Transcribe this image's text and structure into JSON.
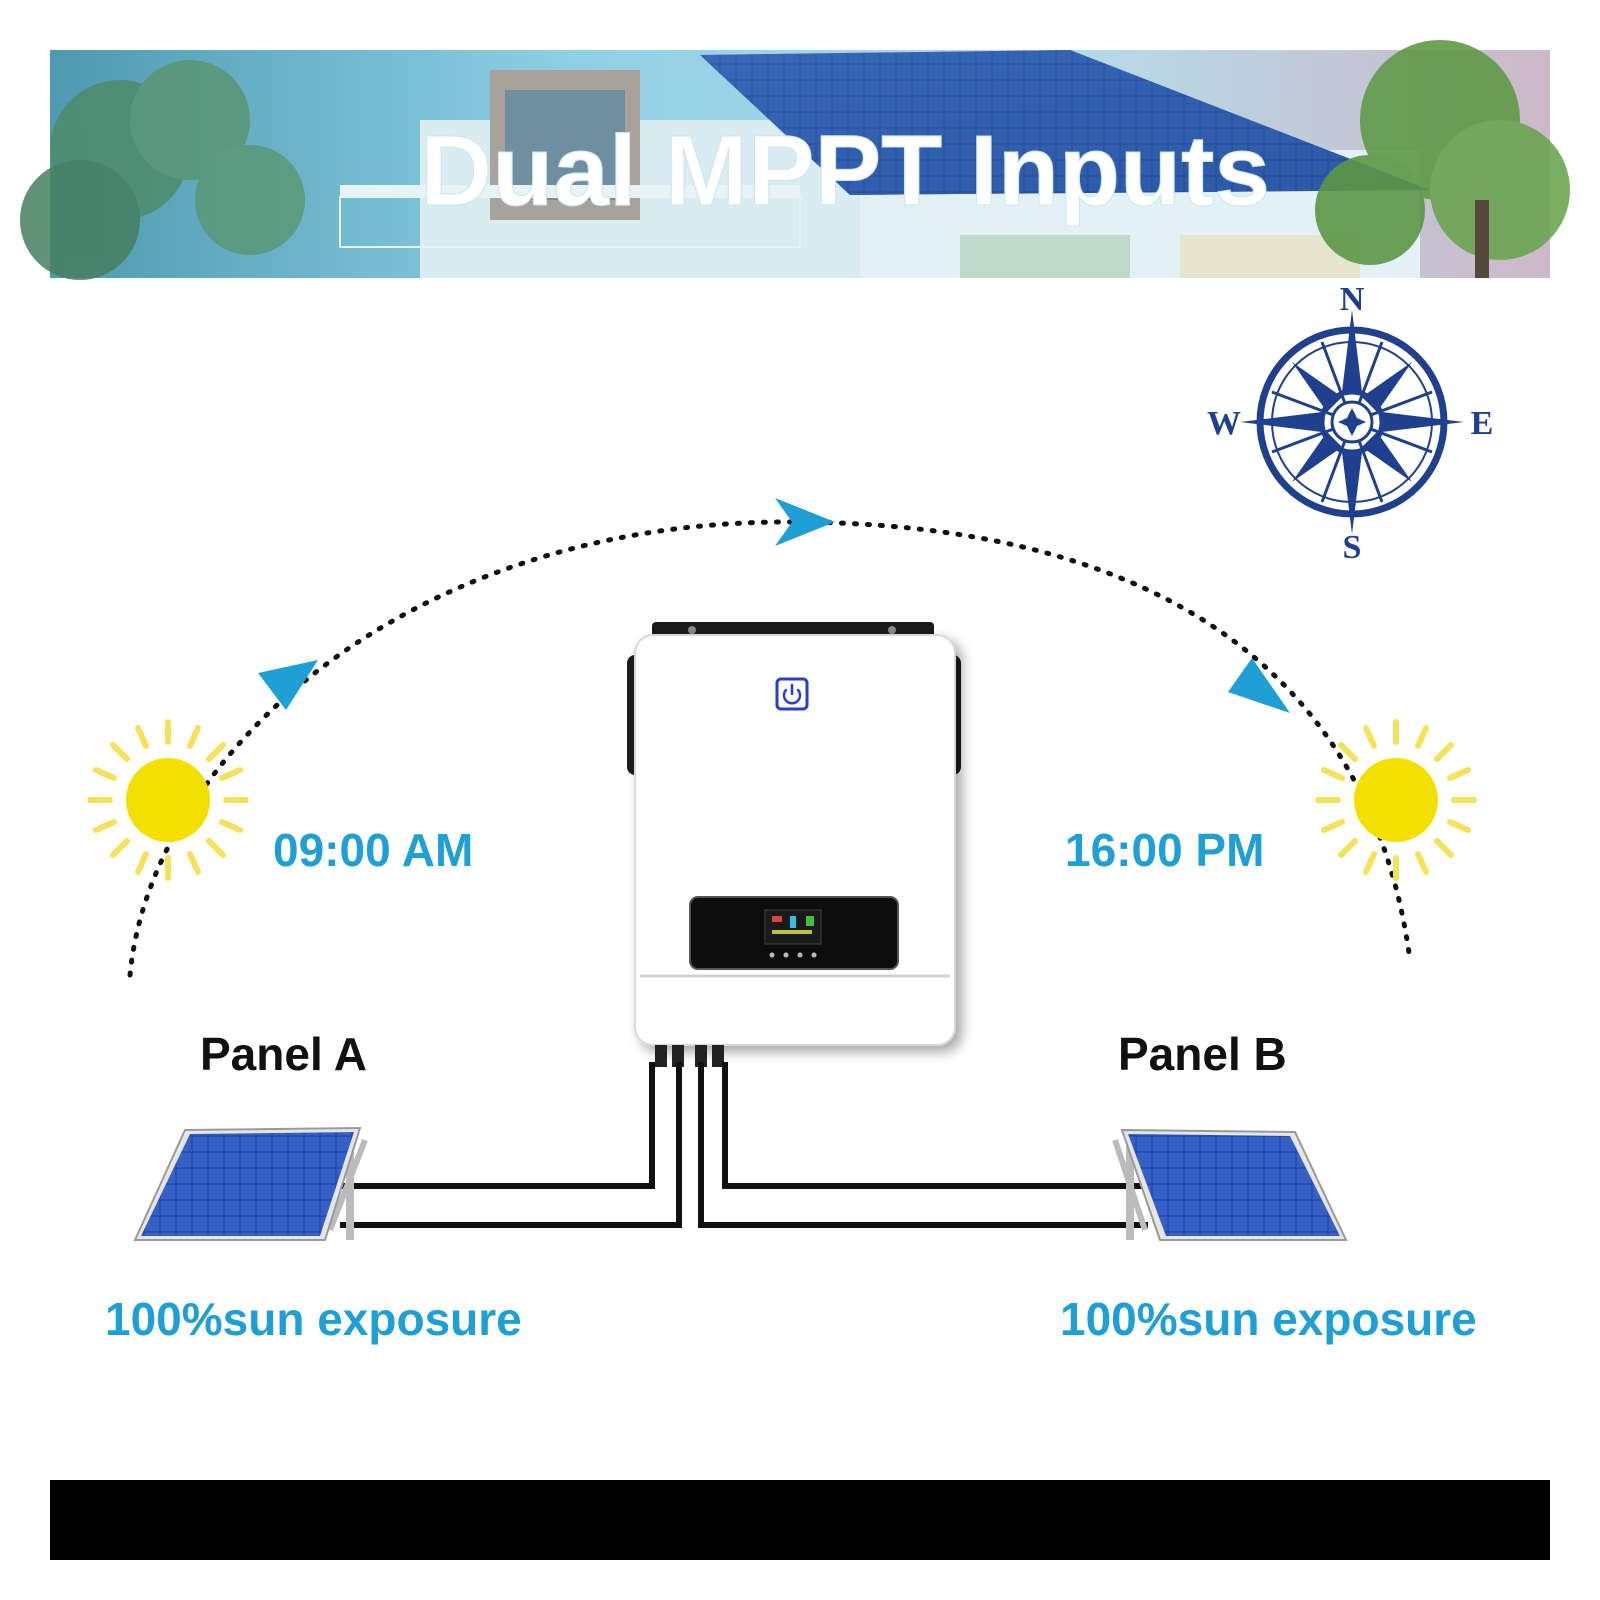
{
  "banner": {
    "title": "Dual MPPT Inputs"
  },
  "compass": {
    "north": "N",
    "south": "S",
    "east": "E",
    "west": "W"
  },
  "times": {
    "left": "09:00 AM",
    "right": "16:00 PM"
  },
  "panels": {
    "a": {
      "label": "Panel A",
      "exposure": "100%sun exposure"
    },
    "b": {
      "label": "Panel B",
      "exposure": "100%sun exposure"
    }
  },
  "colors": {
    "accent": "#1e9fd6",
    "sun": "#f4e000",
    "sun_rays": "#f6e25a",
    "compass": "#1f3f8f",
    "panel_cell": "#2b4fb0",
    "cable": "#111111",
    "footer": "#000000"
  },
  "icons": {
    "inverter": "power-icon"
  }
}
